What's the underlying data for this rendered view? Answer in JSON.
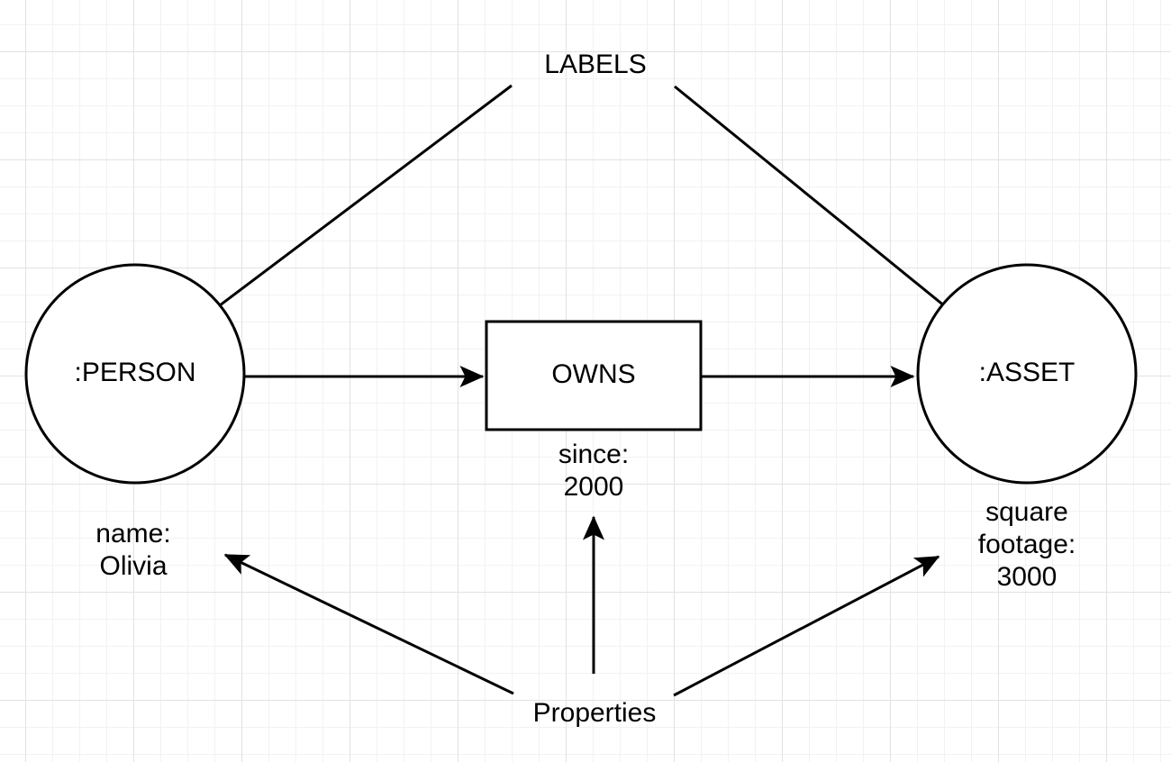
{
  "annotations": {
    "labels_title": "LABELS",
    "properties_title": "Properties"
  },
  "graph": {
    "person_node": {
      "label": ":PERSON",
      "property_lines": [
        "name:",
        "Olivia"
      ]
    },
    "owns_relationship": {
      "label": "OWNS",
      "property_lines": [
        "since:",
        "2000"
      ]
    },
    "asset_node": {
      "label": ":ASSET",
      "property_lines": [
        "square",
        "footage:",
        "3000"
      ]
    }
  },
  "colors": {
    "shape_stroke": "#000000",
    "shape_fill": "#ffffff",
    "text": "#000000",
    "grid_minor": "#f2f2f2",
    "grid_major": "#e2e2e2",
    "background": "#ffffff"
  }
}
